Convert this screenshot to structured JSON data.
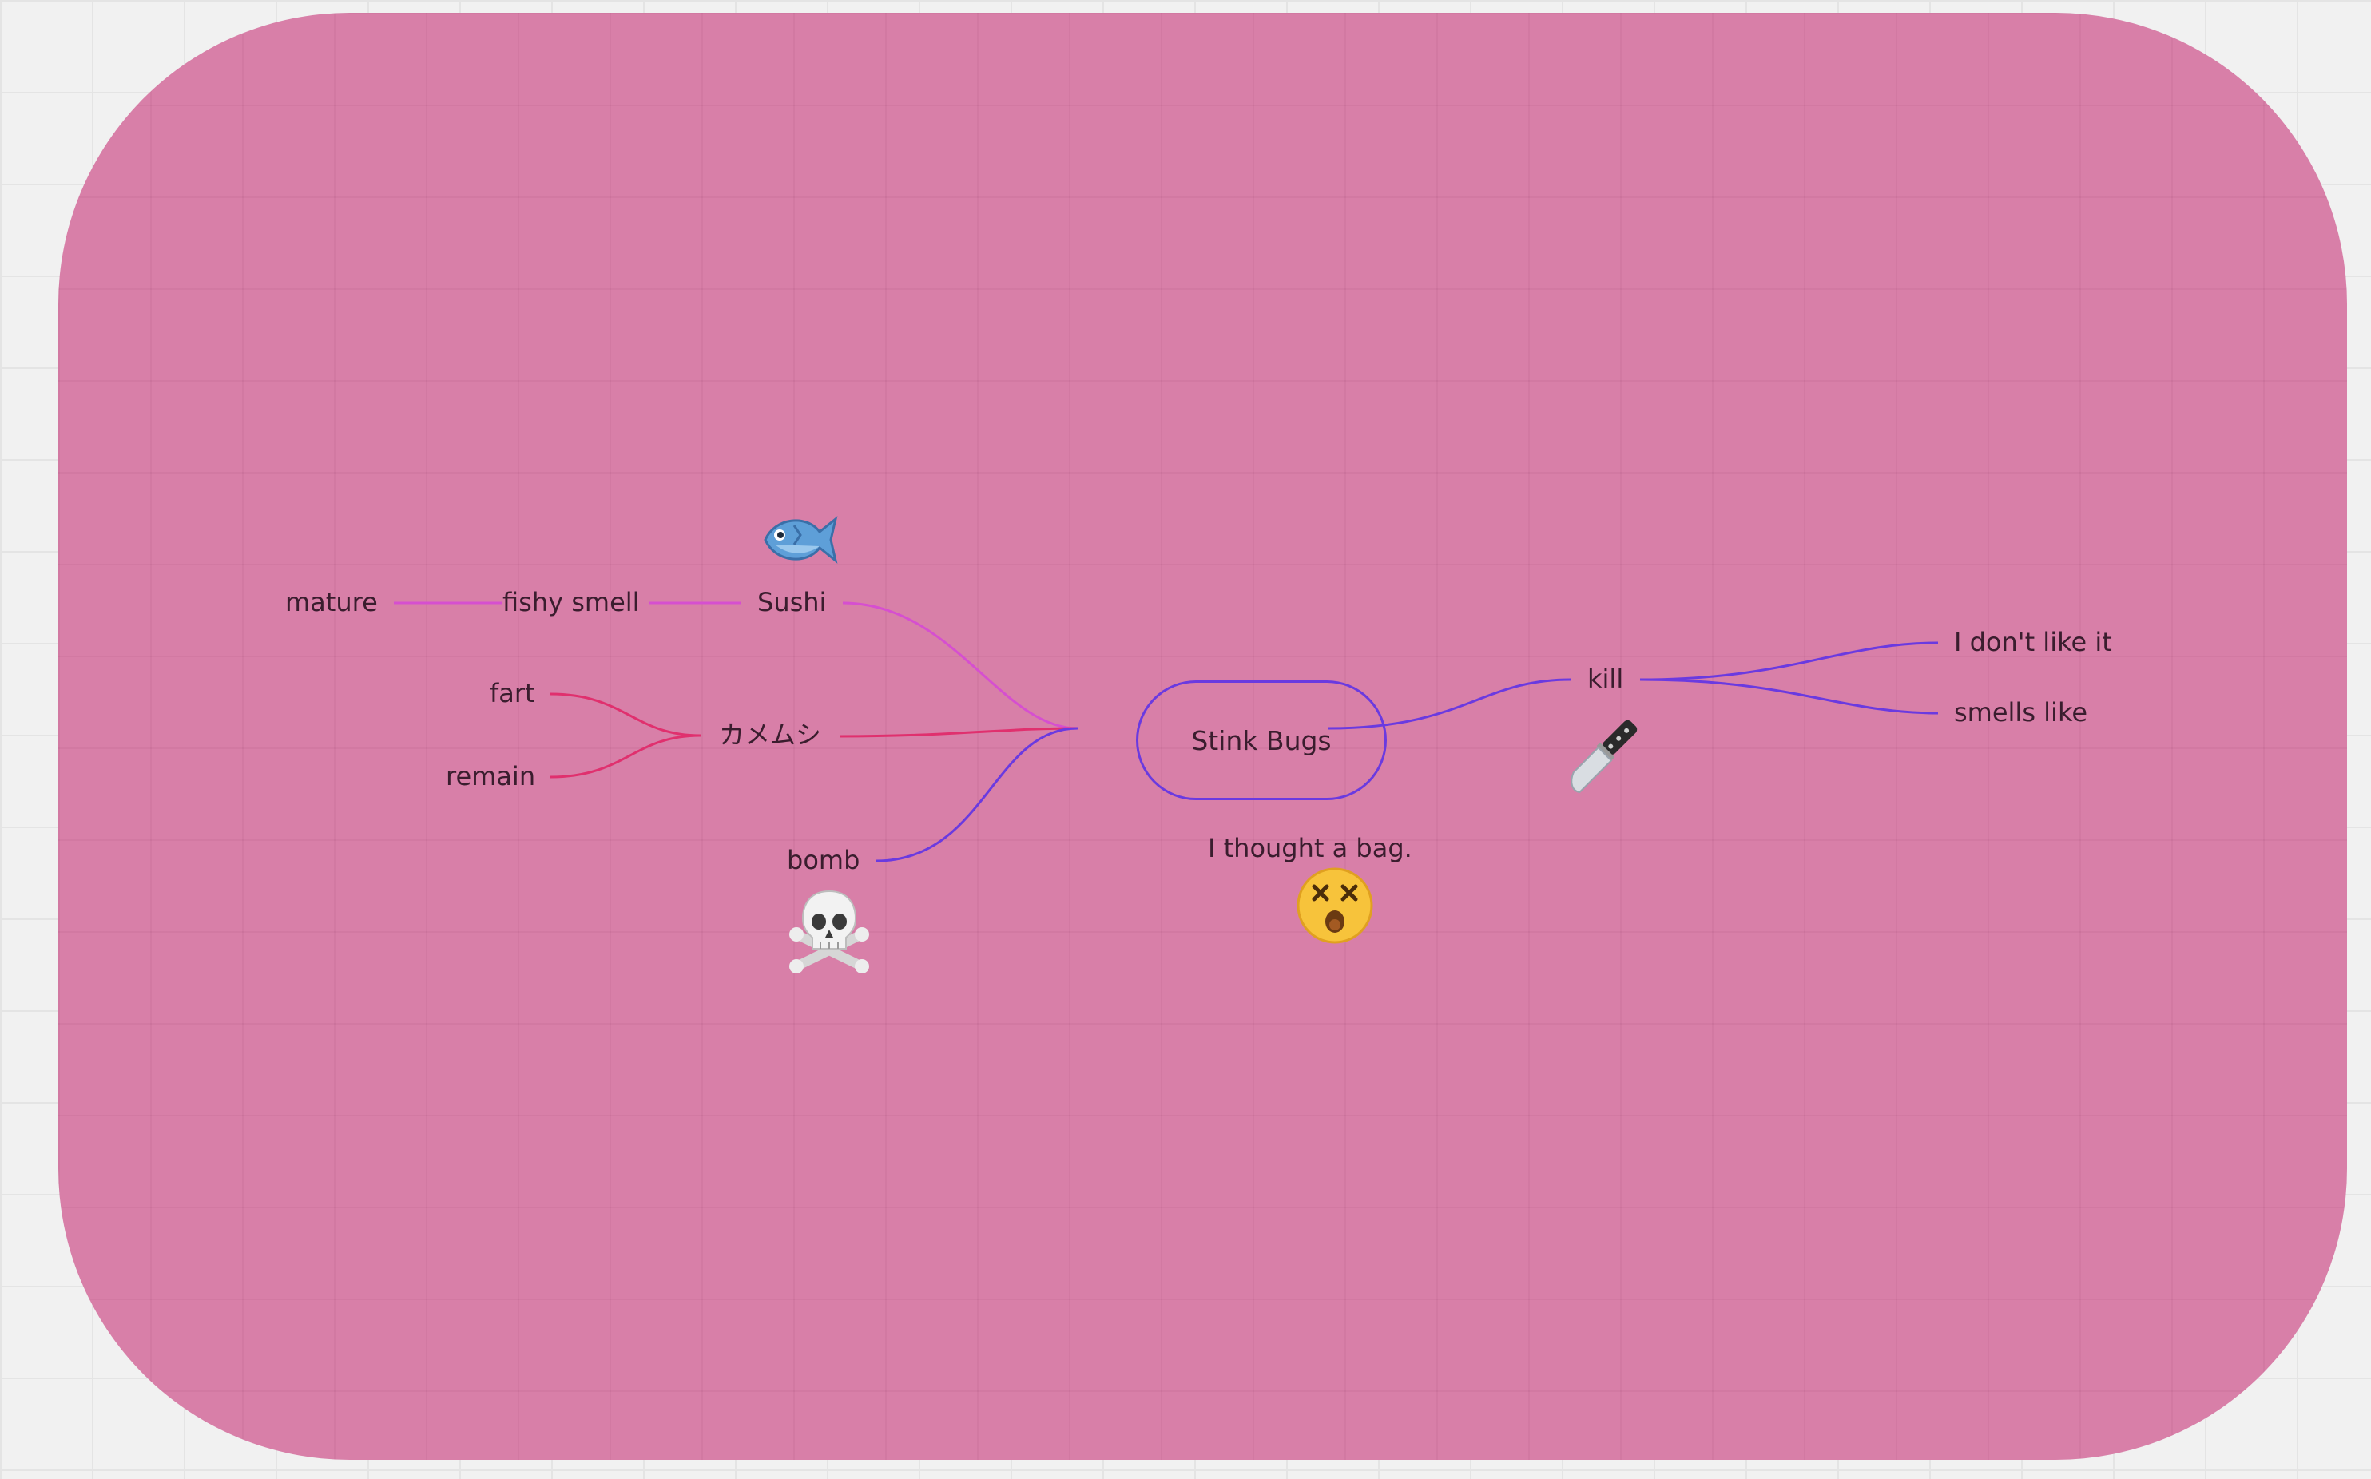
{
  "mindmap": {
    "center": "Stink Bugs",
    "branches": {
      "sushi": {
        "label": "Sushi",
        "children": {
          "fishy_smell": "fishy smell",
          "mature": "mature"
        }
      },
      "kamemushi": {
        "label": "カメムシ",
        "children": {
          "fart": "fart",
          "remain": "remain"
        }
      },
      "bomb": {
        "label": "bomb"
      },
      "kill": {
        "label": "kill",
        "children": {
          "dont_like": "I don't like it",
          "smells_like": "smells like"
        }
      }
    },
    "note": "I thought a bag."
  },
  "colors": {
    "board": "#d87fa8",
    "canvas": "#f1f1f1",
    "magenta_link": "#d64fd0",
    "red_link": "#e0306e",
    "purple_link": "#6a3ae0"
  },
  "stickers": [
    "fish-emoji",
    "knife-emoji",
    "skull-and-crossbones-emoji",
    "dizzy-face-emoji"
  ]
}
